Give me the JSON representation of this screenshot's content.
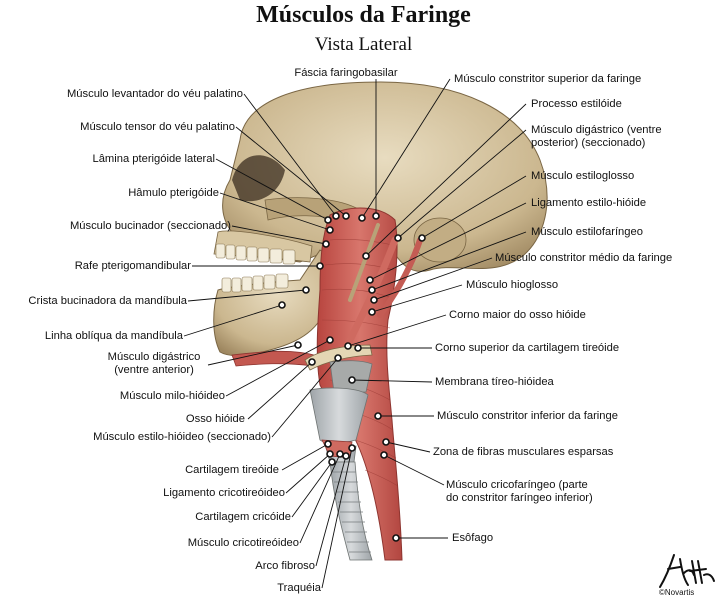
{
  "title": "Músculos da Faringe",
  "subtitle": "Vista Lateral",
  "labels": {
    "fascia": "Fáscia faringobasilar",
    "levantador": "Músculo levantador do véu palatino",
    "tensor": "Músculo tensor do véu palatino",
    "lamina": "Lâmina pterigóide lateral",
    "hamulo": "Hâmulo pterigóide",
    "bucinador": "Músculo bucinador (seccionado)",
    "rafe": "Rafe pterigomandibular",
    "crista": "Crista bucinadora da mandíbula",
    "linha": "Linha oblíqua da mandíbula",
    "digastrico_ant_1": "Músculo digástrico",
    "digastrico_ant_2": "(ventre anterior)",
    "milo": "Músculo milo-hióideo",
    "osso_hioide": "Osso hióide",
    "estilo_hioideo": "Músculo estilo-hióideo (seccionado)",
    "cart_tireoide": "Cartilagem tireóide",
    "lig_cricotireoideo": "Ligamento cricotireóideo",
    "cart_cricoide": "Cartilagem cricóide",
    "m_cricotireoideo": "Músculo cricotireóideo",
    "arco": "Arco fibroso",
    "traqueia": "Traquéia",
    "constritor_sup": "Músculo constritor superior da faringe",
    "processo": "Processo estilóide",
    "digastrico_post_1": "Músculo digástrico (ventre",
    "digastrico_post_2": "posterior) (seccionado)",
    "estiloglosso": "Músculo estiloglosso",
    "lig_estilo_hioide": "Ligamento estilo-hióide",
    "estilofaringeo": "Músculo estilofaríngeo",
    "constritor_medio": "Músculo constritor médio da faringe",
    "hioglosso": "Músculo hioglosso",
    "corno_maior": "Corno maior do osso hióide",
    "corno_superior": "Corno superior da cartilagem tireóide",
    "membrana": "Membrana tíreo-hióidea",
    "constritor_inf": "Músculo constritor inferior da faringe",
    "zona": "Zona de fibras musculares esparsas",
    "cricofaringeo_1": "Músculo cricofaríngeo (parte",
    "cricofaringeo_2": "do constritor faríngeo inferior)",
    "esofago": "Esôfago"
  },
  "signature": "©Novartis",
  "colors": {
    "muscle": "#c9574f",
    "muscle_dark": "#9e3b35",
    "bone": "#d9c9a6",
    "bone_shadow": "#a89370",
    "cartilage": "#bfc3c6",
    "background": "#ffffff"
  }
}
